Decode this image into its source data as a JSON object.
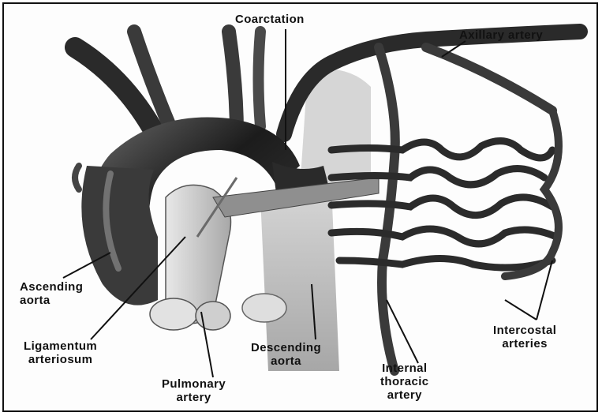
{
  "labels": {
    "coarctation": "Coarctation",
    "axillary_artery": "Axillary artery",
    "ascending_aorta": [
      "Ascending",
      "aorta"
    ],
    "ligamentum_arteriosum": [
      "Ligamentum",
      "arteriosum"
    ],
    "pulmonary_artery": [
      "Pulmonary",
      "artery"
    ],
    "descending_aorta": [
      "Descending",
      "aorta"
    ],
    "internal_thoracic_artery": [
      "Internal",
      "thoracic",
      "artery"
    ],
    "intercostal_arteries": [
      "Intercostal",
      "arteries"
    ]
  },
  "colors": {
    "vessel_dark": "#1e1e1e",
    "vessel_mid": "#555555",
    "vessel_light": "#9a9a9a",
    "shadow": "#7a7a7a",
    "pale": "#d9d9d9",
    "leader": "#111111"
  }
}
